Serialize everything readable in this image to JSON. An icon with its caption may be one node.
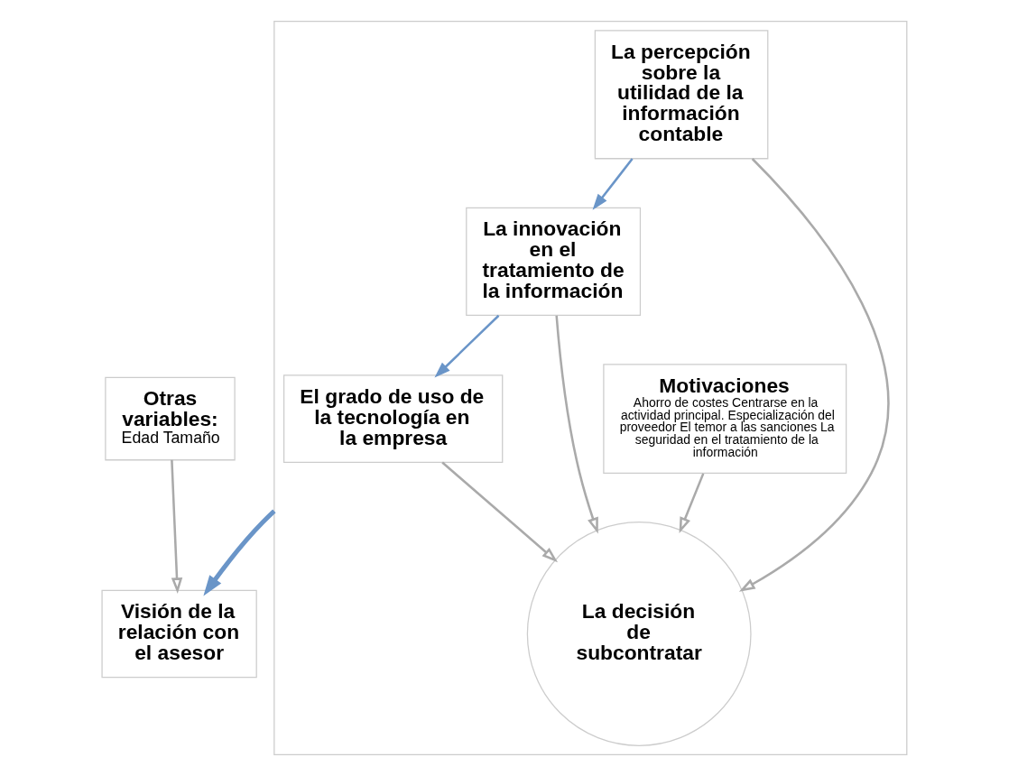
{
  "diagram": {
    "nodes": [
      {
        "text": [],
        "shape": "box"
      },
      {
        "text": [
          "Motivaciones",
          "Ahorro de costes Centrarse en la actividad principal. Especialización del proveedor El temor a las sanciones La seguridad en el tratamiento de la información"
        ],
        "in": 0
      },
      {
        "text": [
          "Otras variables:",
          "Edad Tamaño"
        ]
      },
      {
        "text": [
          "La decisión de subcontratar"
        ],
        "in": 0
      },
      {
        "text": [
          "La percepción sobre la utilidad de la información contable"
        ],
        "in": 0
      },
      {
        "text": [
          "Visión de la relación con el asesor"
        ]
      },
      {
        "text": [
          "La innovación en el tratamiento de la información"
        ],
        "in": 0
      },
      {
        "text": [
          "El grado de uso de la tecnología en la empresa"
        ],
        "in": 0
      }
    ],
    "edges": [
      {
        "from": 1,
        "to": 3,
        "arrow": "to"
      },
      {
        "from": 2,
        "to": 5,
        "arrow": "to"
      },
      {
        "from": 4,
        "to": 3,
        "arrow": "to"
      },
      {
        "from": 4,
        "to": 6,
        "arrow": "to",
        "color": "#6a95c8"
      },
      {
        "from": 6,
        "to": 3,
        "arrow": "to"
      },
      {
        "from": 6,
        "to": 7,
        "arrow": "to",
        "color": "#6a95c8"
      },
      {
        "from": 7,
        "to": 3,
        "arrow": "to"
      },
      {
        "from": 0,
        "to": 5,
        "arrow": "to",
        "style": "thick",
        "color": "#6a95c8"
      }
    ]
  }
}
